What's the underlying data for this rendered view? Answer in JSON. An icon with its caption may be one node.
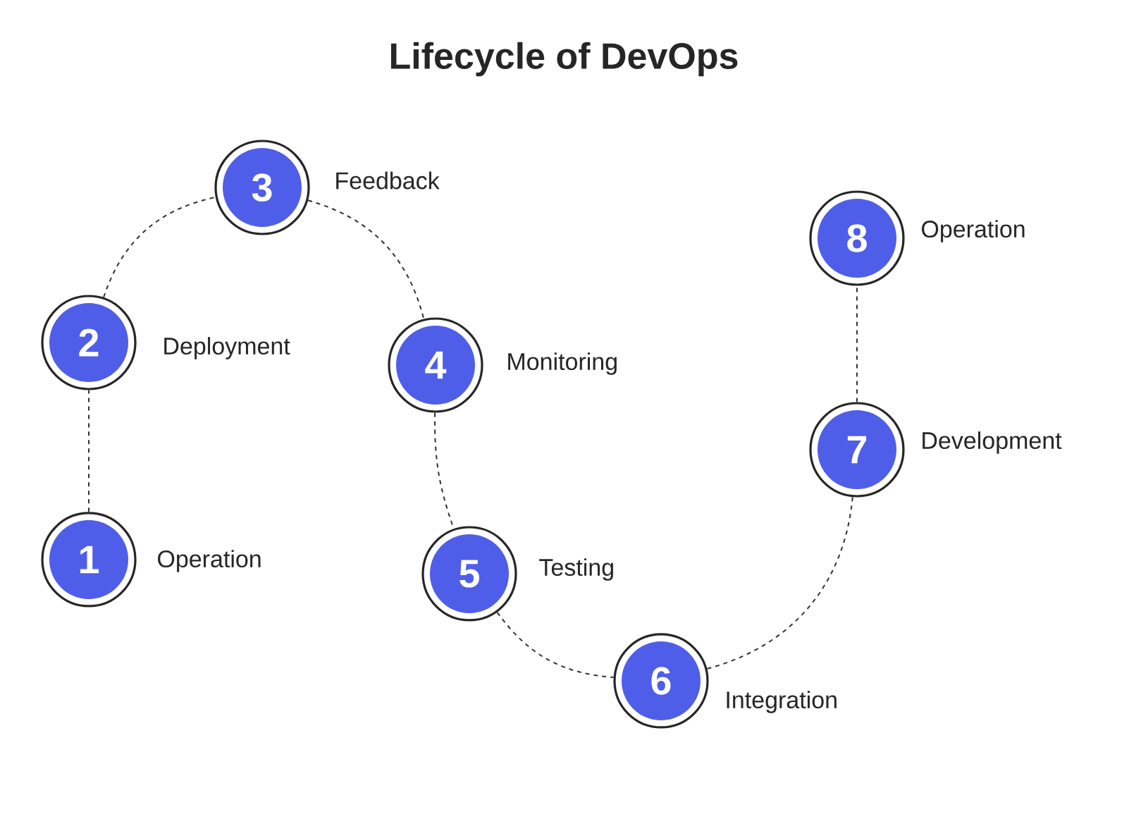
{
  "diagram": {
    "title": "Lifecycle of DevOps",
    "nodes": [
      {
        "text": [
          "1"
        ],
        "beside": [
          "Operation"
        ]
      },
      {
        "text": [
          "2"
        ],
        "beside": [
          "Deployment"
        ]
      },
      {
        "text": [
          "3"
        ],
        "beside": [
          "Feedback"
        ]
      },
      {
        "text": [
          "4"
        ],
        "beside": [
          "Monitoring"
        ]
      },
      {
        "text": [
          "5"
        ],
        "beside": [
          "Testing"
        ]
      },
      {
        "text": [
          "6"
        ],
        "beside": [
          "Integration"
        ]
      },
      {
        "text": [
          "7"
        ],
        "beside": [
          "Development"
        ]
      },
      {
        "text": [
          "8"
        ],
        "beside": [
          "Operation"
        ]
      }
    ],
    "edges": [
      {
        "from": 0,
        "to": 1,
        "arrow": "none",
        "style": "dashed"
      },
      {
        "from": 1,
        "to": 2,
        "arrow": "none",
        "style": "dashed"
      },
      {
        "from": 2,
        "to": 3,
        "arrow": "none",
        "style": "dashed"
      },
      {
        "from": 3,
        "to": 4,
        "arrow": "none",
        "style": "dashed"
      },
      {
        "from": 4,
        "to": 5,
        "arrow": "none",
        "style": "dashed"
      },
      {
        "from": 5,
        "to": 6,
        "arrow": "none",
        "style": "dashed"
      },
      {
        "from": 6,
        "to": 7,
        "arrow": "none",
        "style": "dashed"
      }
    ]
  }
}
